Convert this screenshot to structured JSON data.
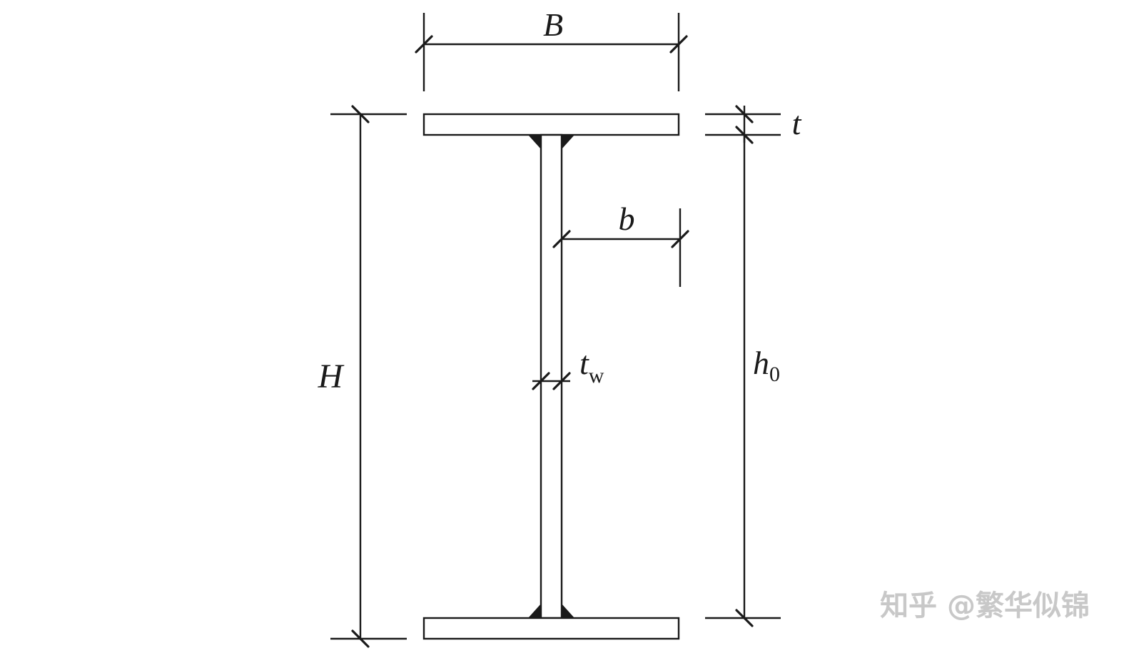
{
  "labels": {
    "flange_width": "B",
    "flange_thickness": "t",
    "outstand_width": "b",
    "web_thickness_main": "t",
    "web_thickness_sub": "w",
    "total_height": "H",
    "web_height_main": "h",
    "web_height_sub": "0"
  },
  "watermark": "知乎 @繁华似锦",
  "colors": {
    "ink": "#1a1a1a",
    "background": "#ffffff",
    "watermark": "#c8c8c8"
  }
}
